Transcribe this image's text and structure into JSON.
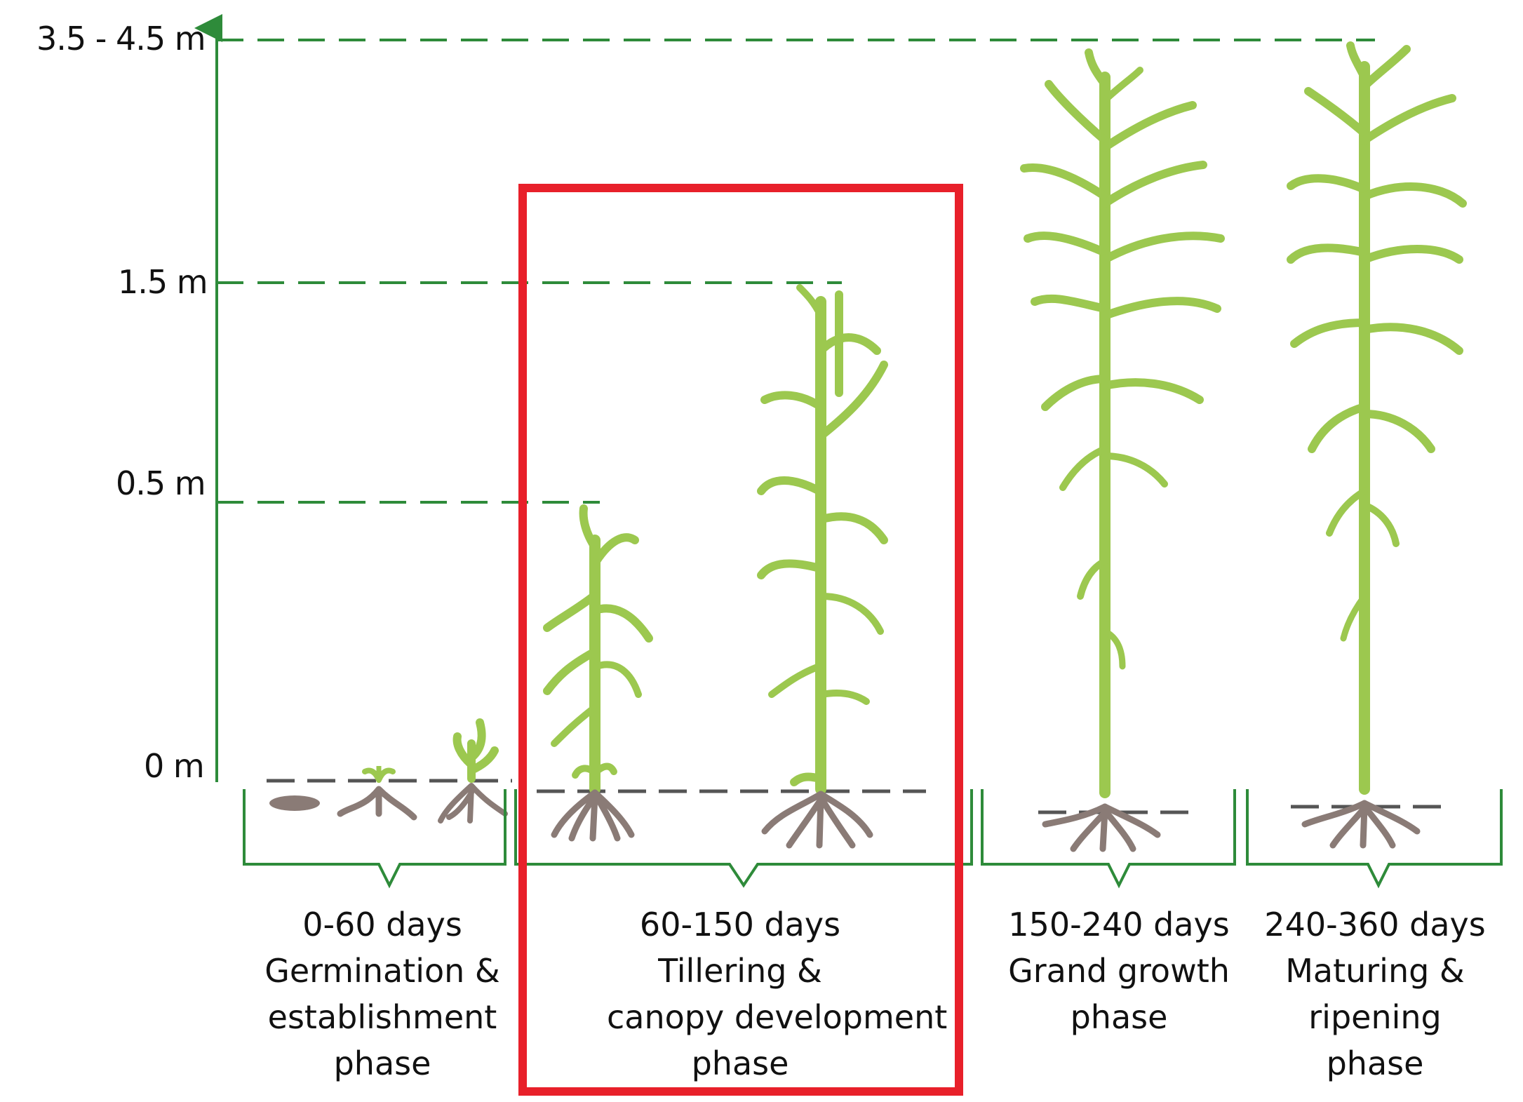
{
  "colors": {
    "axis": "#2e8b3a",
    "plant": "#9cc84f",
    "root": "#8a7b76",
    "highlight": "#e8202a",
    "text": "#111111"
  },
  "axis": {
    "labels": [
      {
        "text": "3.5 - 4.5 m"
      },
      {
        "text": "1.5 m"
      },
      {
        "text": "0.5 m"
      },
      {
        "text": "0 m"
      }
    ]
  },
  "phases": [
    {
      "days": "0-60 days",
      "line2": "Germination &",
      "line3": "establishment",
      "line4": "phase"
    },
    {
      "days": "60-150 days",
      "line2": "Tillering &",
      "line3": "canopy development",
      "line4": "phase"
    },
    {
      "days": "150-240 days",
      "line2": "Grand growth",
      "line3": "phase",
      "line4": ""
    },
    {
      "days": "240-360 days",
      "line2": "Maturing &",
      "line3": "ripening",
      "line4": "phase"
    }
  ],
  "highlighted_phase": "60-150 days"
}
